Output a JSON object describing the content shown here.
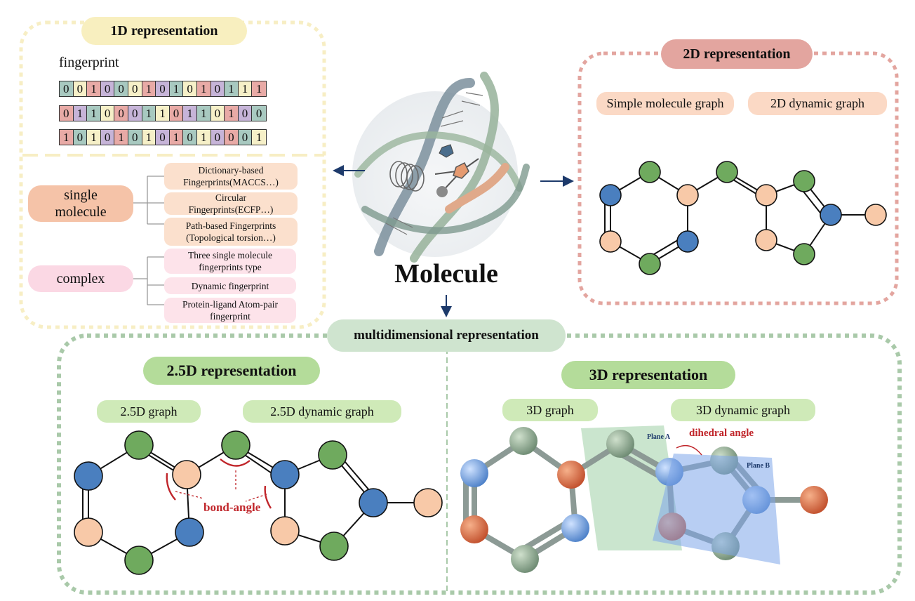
{
  "colors": {
    "green_node": "#6faa5e",
    "blue_node": "#4a7fbf",
    "peach_node": "#f8c9a8",
    "yellow_dash": "#f7eec4",
    "red_dash": "#e3a59f",
    "green_dash": "#a9c9a9",
    "annotation_red": "#c0252a",
    "arrow_navy": "#1d3a6b"
  },
  "oned": {
    "title": "1D representation",
    "fingerprint_label": "fingerprint",
    "rows": [
      [
        "0",
        "0",
        "1",
        "0",
        "0",
        "0",
        "1",
        "0",
        "1",
        "0",
        "1",
        "0",
        "1",
        "1",
        "1"
      ],
      [
        "0",
        "1",
        "1",
        "0",
        "0",
        "0",
        "1",
        "1",
        "0",
        "1",
        "1",
        "0",
        "1",
        "0",
        "0"
      ],
      [
        "1",
        "0",
        "1",
        "0",
        "1",
        "0",
        "1",
        "0",
        "1",
        "0",
        "1",
        "0",
        "0",
        "0",
        "1"
      ]
    ],
    "cell_colors": [
      [
        "#a8c9c0",
        "#f6f0c8",
        "#e8aaa6",
        "#c6b4d8",
        "#a8c9c0",
        "#f6f0c8",
        "#e8aaa6",
        "#c6b4d8",
        "#a8c9c0",
        "#f6f0c8",
        "#e8aaa6",
        "#c6b4d8",
        "#a8c9c0",
        "#f6f0c8",
        "#e8aaa6"
      ],
      [
        "#e8aaa6",
        "#c6b4d8",
        "#a8c9c0",
        "#f6f0c8",
        "#e8aaa6",
        "#c6b4d8",
        "#a8c9c0",
        "#f6f0c8",
        "#e8aaa6",
        "#c6b4d8",
        "#a8c9c0",
        "#f6f0c8",
        "#e8aaa6",
        "#c6b4d8",
        "#a8c9c0"
      ],
      [
        "#e8aaa6",
        "#a8c9c0",
        "#f6f0c8",
        "#c6b4d8",
        "#e8aaa6",
        "#a8c9c0",
        "#f6f0c8",
        "#c6b4d8",
        "#e8aaa6",
        "#a8c9c0",
        "#f6f0c8",
        "#c6b4d8",
        "#e8aaa6",
        "#a8c9c0",
        "#f6f0c8"
      ]
    ],
    "single_label": "single\nmolecule",
    "single_items": [
      "Dictionary-based\nFingerprints(MACCS…)",
      "Circular\nFingerprints(ECFP…)",
      "Path-based Fingerprints\n(Topological torsion…)"
    ],
    "complex_label": "complex",
    "complex_items": [
      "Three single molecule\nfingerprints type",
      "Dynamic fingerprint",
      "Protein-ligand Atom-pair\nfingerprint"
    ]
  },
  "twod": {
    "title": "2D representation",
    "sub1": "Simple molecule graph",
    "sub2": "2D dynamic graph"
  },
  "center": {
    "label": "Molecule"
  },
  "multi": {
    "title": "multidimensional representation",
    "left_title": "2.5D representation",
    "left_sub1": "2.5D graph",
    "left_sub2": "2.5D dynamic graph",
    "bond_angle": "bond-angle",
    "right_title": "3D representation",
    "right_sub1": "3D graph",
    "right_sub2": "3D dynamic graph",
    "dihedral": "dihedral angle",
    "plane_a": "Plane A",
    "plane_b": "Plane B"
  }
}
